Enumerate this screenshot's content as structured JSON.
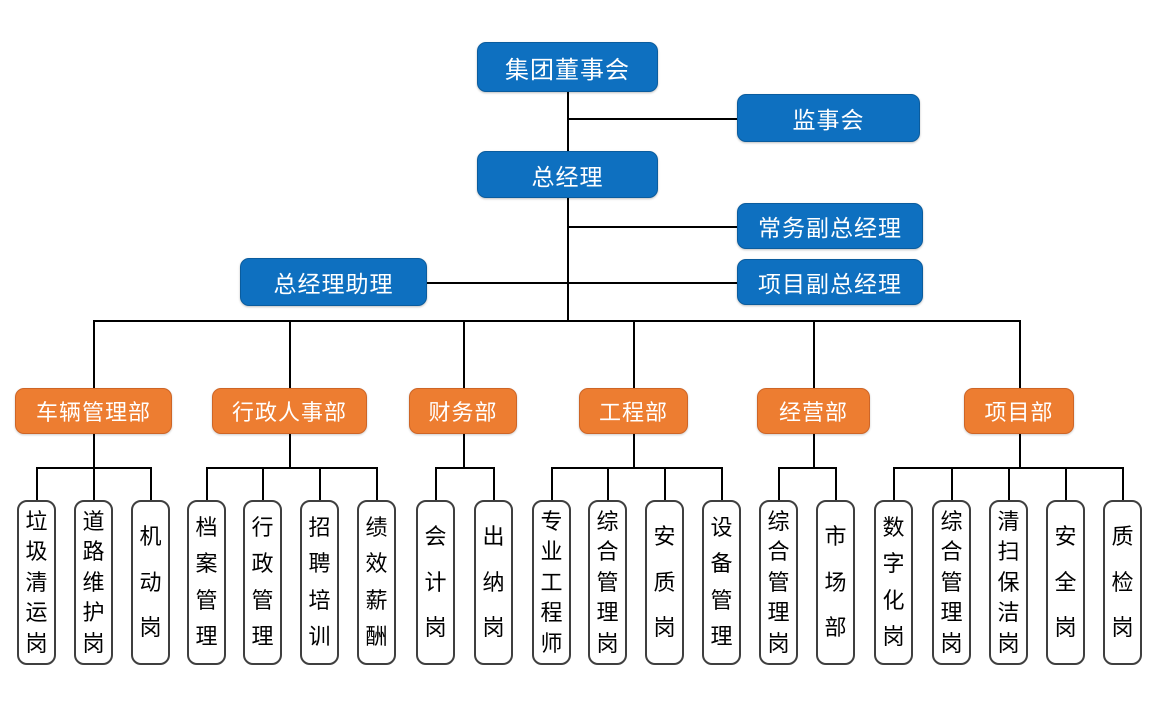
{
  "chart_title": "",
  "colors": {
    "executive_box": "#0e70c0",
    "department_box": "#ed7d31",
    "position_box_bg": "#ffffff",
    "position_box_border": "#3f3f3f",
    "connector_line": "#000000",
    "text_on_color": "#ffffff",
    "position_text": "#000000"
  },
  "executives": {
    "board": "集团董事会",
    "supervisory_board": "监事会",
    "general_manager": "总经理",
    "executive_deputy_gm": "常务副总经理",
    "gm_assistant": "总经理助理",
    "project_deputy_gm": "项目副总经理"
  },
  "departments": [
    {
      "label": "车辆管理部",
      "positions": [
        "垃圾清运岗",
        "道路维护岗",
        "机动岗"
      ]
    },
    {
      "label": "行政人事部",
      "positions": [
        "档案管理",
        "行政管理",
        "招聘培训",
        "绩效薪酬"
      ]
    },
    {
      "label": "财务部",
      "positions": [
        "会计岗",
        "出纳岗"
      ]
    },
    {
      "label": "工程部",
      "positions": [
        "专业工程师",
        "综合管理岗",
        "安质岗",
        "设备管理"
      ]
    },
    {
      "label": "经营部",
      "positions": [
        "综合管理岗",
        "市场部"
      ]
    },
    {
      "label": "项目部",
      "positions": [
        "数字化岗",
        "综合管理岗",
        "清扫保洁岗",
        "安全岗",
        "质检岗"
      ]
    }
  ]
}
